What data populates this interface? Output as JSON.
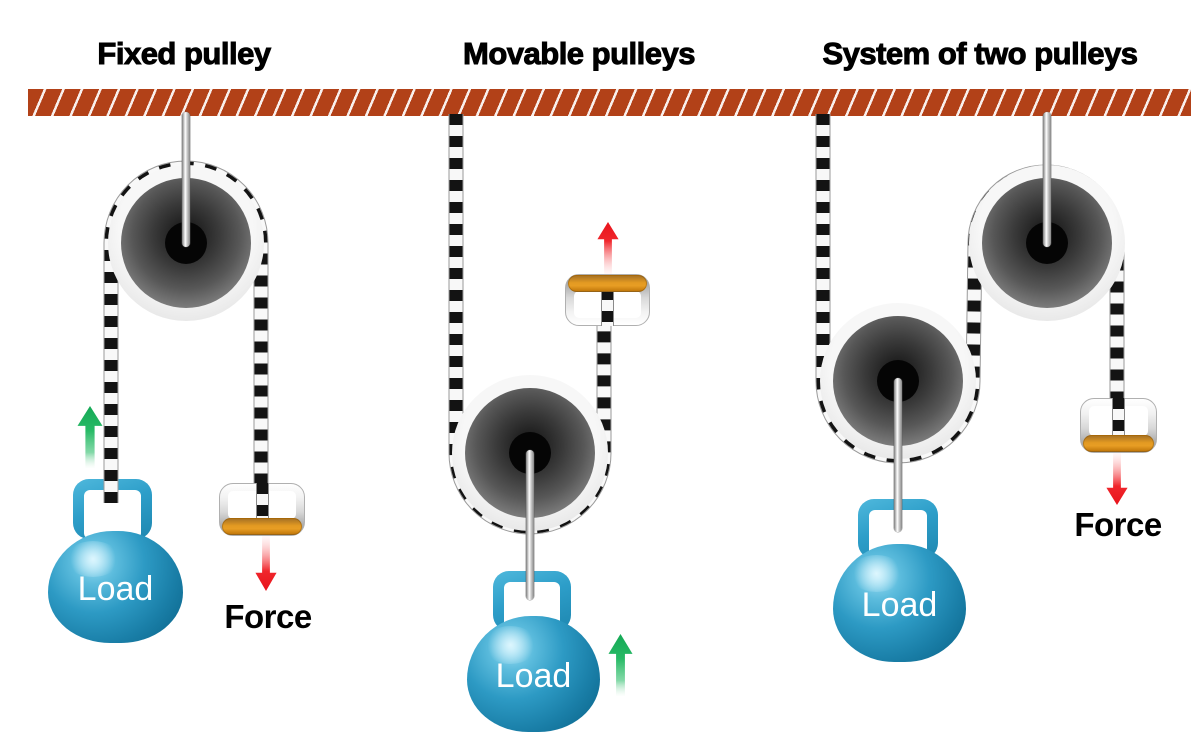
{
  "figure": {
    "background": "#ffffff",
    "ceiling": {
      "color": "#b24118",
      "hatch_color": "#ffffff"
    },
    "rope": {
      "dark": "#131313",
      "light": "#f8f8f8"
    },
    "panels": [
      {
        "id": "fixed-pulley",
        "title": "Fixed pulley",
        "pulleys": [
          "fixed"
        ],
        "load": {
          "label": "Load",
          "arrow": {
            "direction": "up",
            "color": "#22b55f"
          }
        },
        "force": {
          "label": "Force",
          "arrow": {
            "direction": "down",
            "color": "#ec1c24"
          }
        }
      },
      {
        "id": "movable-pulleys",
        "title": "Movable pulleys",
        "pulleys": [
          "movable"
        ],
        "load": {
          "label": "Load",
          "arrow": {
            "direction": "up",
            "color": "#22b55f"
          }
        },
        "force": {
          "arrow": {
            "direction": "up",
            "color": "#ec1c24"
          }
        }
      },
      {
        "id": "system-of-two-pulleys",
        "title": "System of two pulleys",
        "pulleys": [
          "movable",
          "fixed"
        ],
        "load": {
          "label": "Load"
        },
        "force": {
          "label": "Force",
          "arrow": {
            "direction": "down",
            "color": "#ec1c24"
          }
        }
      }
    ],
    "colors": {
      "load_body": "#1d86ae",
      "load_body_light": "#7fd0ea",
      "load_handle": "#2b9cc7",
      "handle_metal": "#d9d9d9",
      "handle_grip_orange": "#dd8f1a",
      "pulley_wheel": "#4a4a4a",
      "pulley_rim": "#ebebeb",
      "arrow_green": "#22b55f",
      "arrow_red": "#ec1c24"
    }
  }
}
